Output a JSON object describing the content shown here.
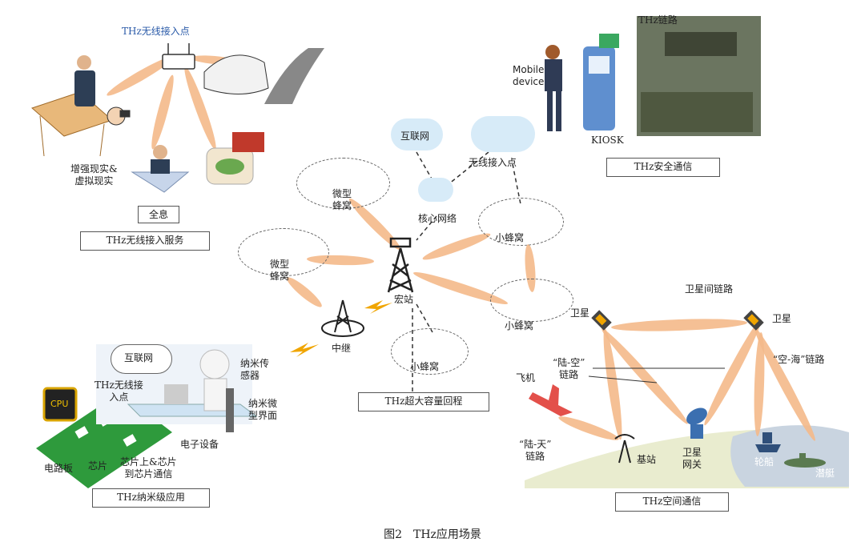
{
  "labels": {
    "ap_title": "THz无线接入点",
    "ar_vr": "增强现实&\n虚拟现实",
    "hologram": "全息",
    "wireless_access_service": "THz无线接入服务",
    "internet_cloud": "互联网",
    "access_point_cloud": "无线接入点",
    "core_network": "核心网络",
    "micro_cell_1": "微型\n蜂窝",
    "micro_cell_2": "微型\n蜂窝",
    "small_cell_1": "小蜂窝",
    "small_cell_2": "小蜂窝",
    "small_cell_3": "小蜂窝",
    "macro_station": "宏站",
    "relay": "中继",
    "backhaul": "THz超大容量回程",
    "mobile_device": "Mobile\ndevice",
    "kiosk": "KIOSK",
    "thz_link": "THz链路",
    "security_comm": "THz安全通信",
    "satellite_1": "卫星",
    "satellite_2": "卫星",
    "inter_satellite_link": "卫星间链路",
    "ground_air_link": "“陆-空”\n链路",
    "air_sea_link": "“空-海”链路",
    "ground_space_link": "“陆-天”\n链路",
    "airplane": "飞机",
    "base_station": "基站",
    "satellite_gateway": "卫星\n网关",
    "ship": "轮船",
    "submarine": "潜艇",
    "space_comm": "THz空间通信",
    "nano_internet": "互联网",
    "nano_ap": "THz无线接\n入点",
    "nano_sensor": "纳米传\n感器",
    "nano_interface": "纳米微\n型界面",
    "electronic_device": "电子设备",
    "chip_to_chip": "芯片上&芯片\n到芯片通信",
    "circuit_board": "电路板",
    "chip": "芯片",
    "cpu": "CPU",
    "nano_app": "THz纳米级应用"
  },
  "caption": "图2　THz应用场景",
  "colors": {
    "beam": "#f4b98a",
    "signal": "#f0a500",
    "cloud": "#d7ebf8",
    "earth": "#e9eccf",
    "sea": "#c9d4e0"
  }
}
